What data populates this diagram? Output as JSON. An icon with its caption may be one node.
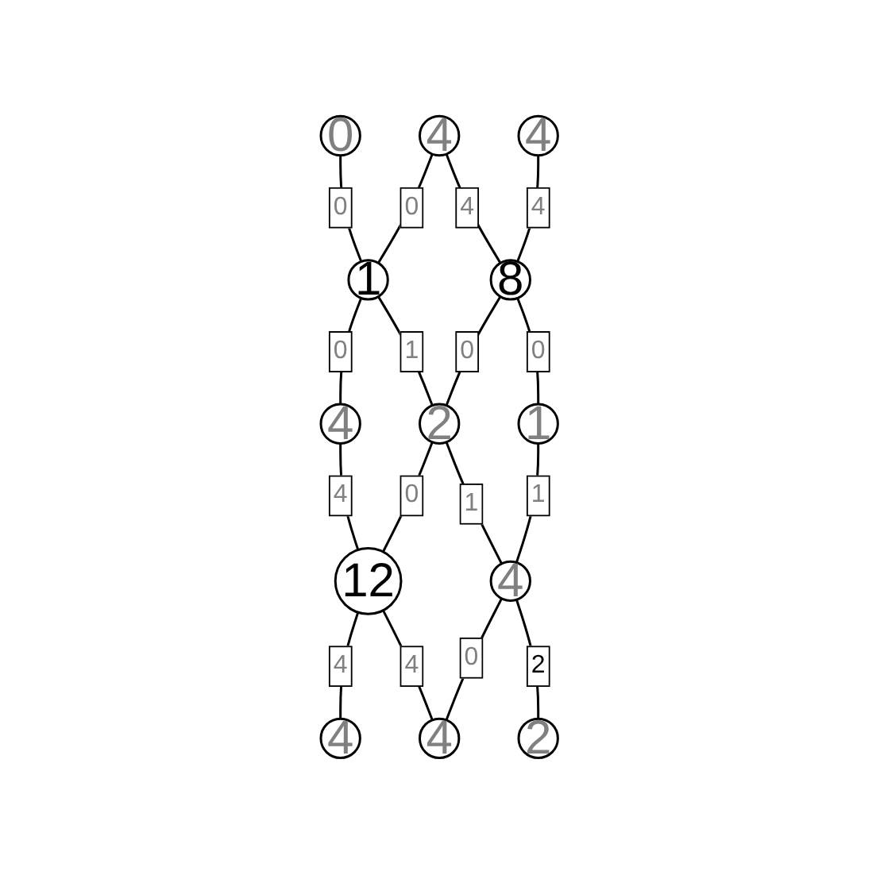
{
  "diagram": {
    "nodes": [
      {
        "text": [
          "0"
        ]
      },
      {
        "text": [
          "4"
        ]
      },
      {
        "text": [
          "4"
        ]
      },
      {
        "text": [
          "1"
        ]
      },
      {
        "text": [
          "8"
        ]
      },
      {
        "text": [
          "4"
        ]
      },
      {
        "text": [
          "2"
        ]
      },
      {
        "text": [
          "1"
        ]
      },
      {
        "text": [
          "12"
        ]
      },
      {
        "text": [
          "4"
        ]
      },
      {
        "text": [
          "4"
        ]
      },
      {
        "text": [
          "4"
        ]
      },
      {
        "text": [
          "2"
        ]
      }
    ],
    "edges": [
      {
        "from": 0,
        "to": 3,
        "arrow": "none",
        "label": "0"
      },
      {
        "from": 1,
        "to": 3,
        "arrow": "none",
        "label": "0"
      },
      {
        "from": 1,
        "to": 4,
        "arrow": "none",
        "label": "4"
      },
      {
        "from": 2,
        "to": 4,
        "arrow": "none",
        "label": "4"
      },
      {
        "from": 3,
        "to": 5,
        "arrow": "none",
        "label": "0"
      },
      {
        "from": 3,
        "to": 6,
        "arrow": "none",
        "label": "1"
      },
      {
        "from": 4,
        "to": 6,
        "arrow": "none",
        "label": "0"
      },
      {
        "from": 4,
        "to": 7,
        "arrow": "none",
        "label": "0"
      },
      {
        "from": 5,
        "to": 8,
        "arrow": "none",
        "label": "4"
      },
      {
        "from": 6,
        "to": 8,
        "arrow": "none",
        "label": "0"
      },
      {
        "from": 6,
        "to": 9,
        "arrow": "none",
        "label": "1"
      },
      {
        "from": 7,
        "to": 9,
        "arrow": "none",
        "label": "1"
      },
      {
        "from": 8,
        "to": 10,
        "arrow": "none",
        "label": "4"
      },
      {
        "from": 8,
        "to": 11,
        "arrow": "none",
        "label": "4"
      },
      {
        "from": 9,
        "to": 11,
        "arrow": "none",
        "label": "0"
      },
      {
        "from": 9,
        "to": 12,
        "arrow": "none",
        "label": "2"
      }
    ]
  }
}
